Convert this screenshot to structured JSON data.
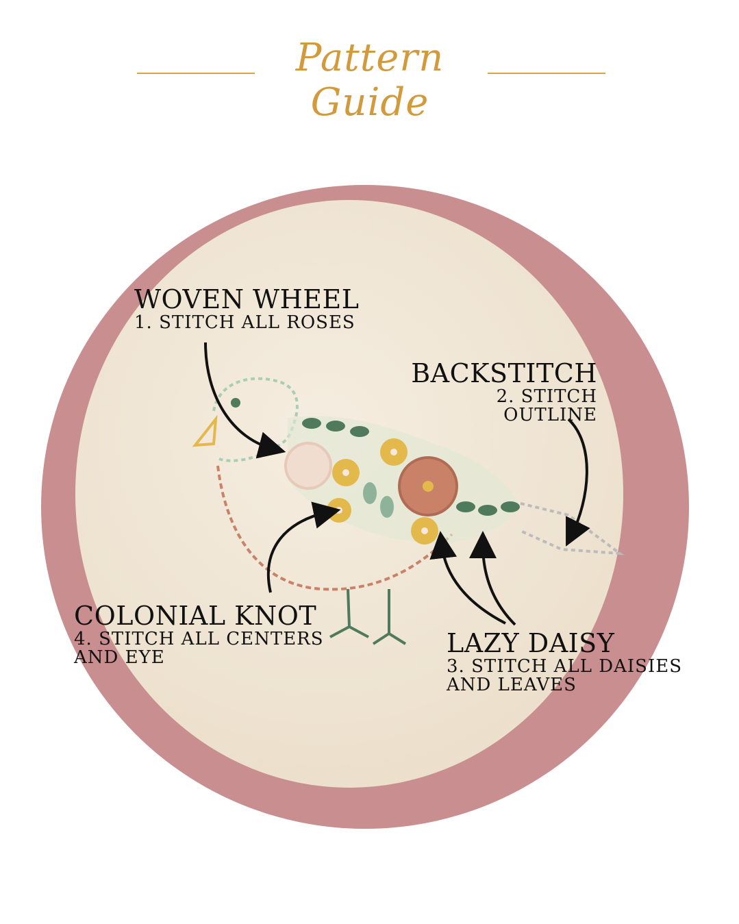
{
  "title": "Pattern Guide",
  "colors": {
    "accent": "#d39a3c",
    "plate": "#c98f90",
    "wood": "#efe4d2",
    "thread_green": "#4f7a5c",
    "thread_yellow": "#e2b94a",
    "thread_rose": "#c98268"
  },
  "labels": [
    {
      "heading": "WOVEN WHEEL",
      "step": "1. STITCH ALL ROSES"
    },
    {
      "heading": "BACKSTITCH",
      "step": "2. STITCH OUTLINE"
    },
    {
      "heading": "LAZY DAISY",
      "step": "3. STITCH ALL DAISIES",
      "step2": "AND LEAVES"
    },
    {
      "heading": "COLONIAL KNOT",
      "step": "4. STITCH ALL CENTERS",
      "step2": "AND EYE"
    }
  ]
}
